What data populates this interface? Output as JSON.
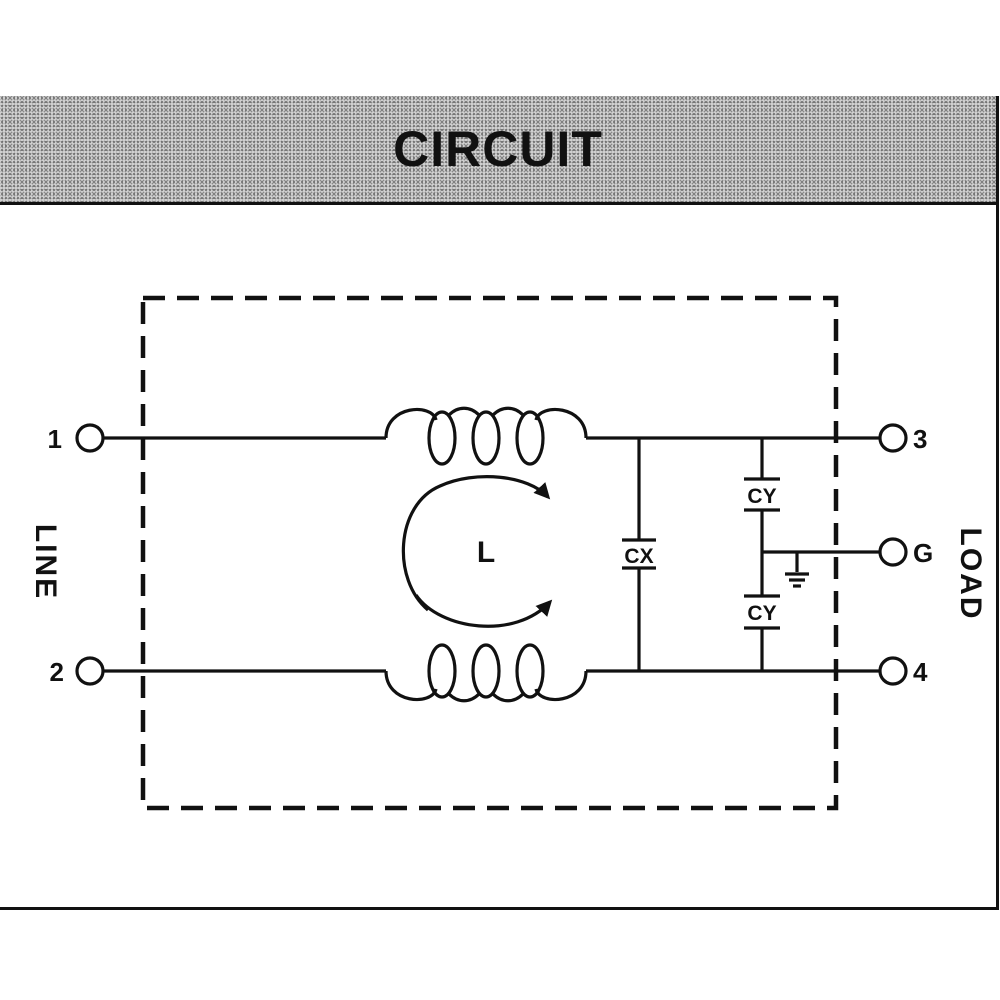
{
  "header": {
    "title": "CIRCUIT"
  },
  "terminals": {
    "t1": "1",
    "t2": "2",
    "t3": "3",
    "t4": "4",
    "tg": "G"
  },
  "side_labels": {
    "left": "LINE",
    "right": "LOAD"
  },
  "components": {
    "inductor": "L",
    "cx": "CX",
    "cy_top": "CY",
    "cy_bottom": "CY"
  }
}
